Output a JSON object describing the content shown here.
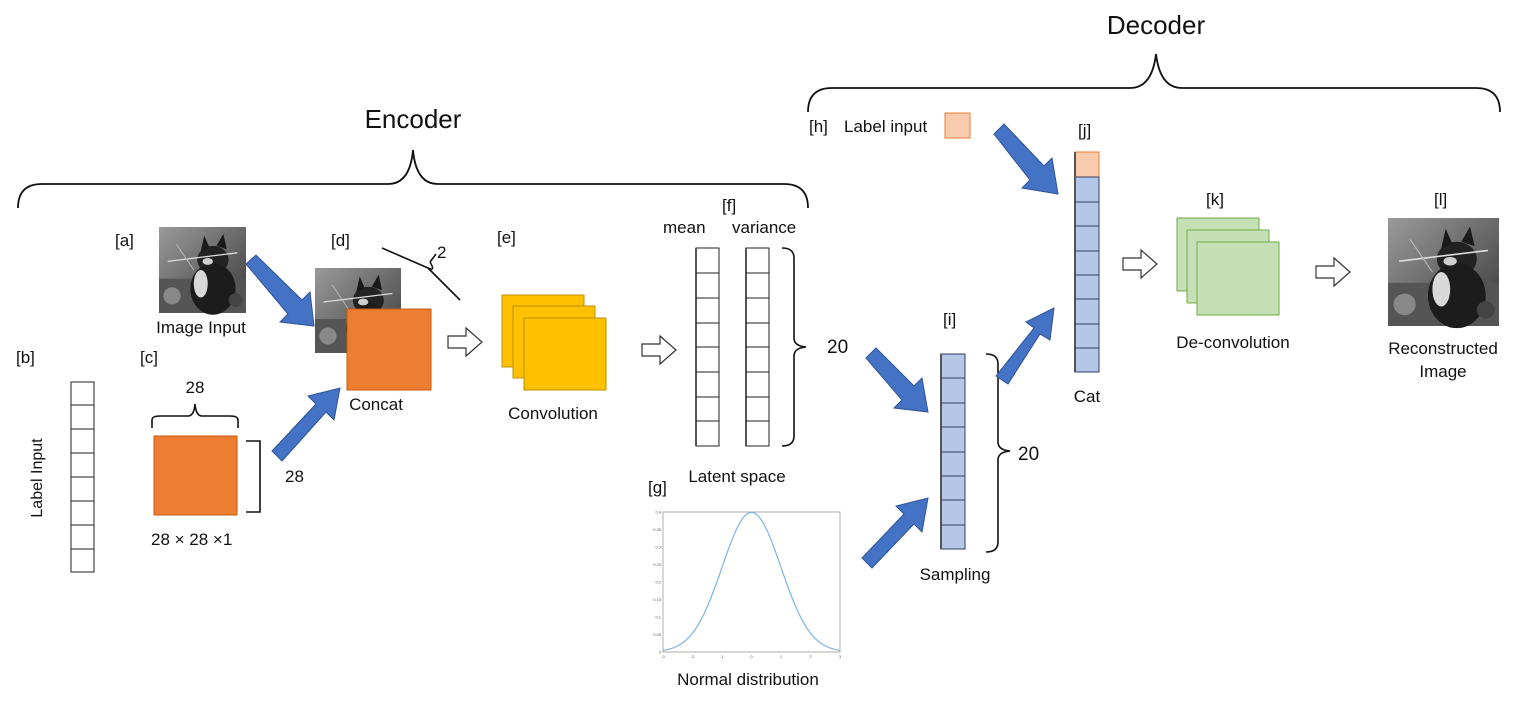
{
  "titles": {
    "encoder": "Encoder",
    "decoder": "Decoder"
  },
  "labels": {
    "a": "[a]",
    "b": "[b]",
    "c": "[c]",
    "d": "[d]",
    "e": "[e]",
    "f": "[f]",
    "g": "[g]",
    "h": "[h]",
    "i": "[i]",
    "j": "[j]",
    "k": "[k]",
    "l": "[l]"
  },
  "text": {
    "image_input": "Image Input",
    "label_input_vertical": "Label Input",
    "dim_28_top": "28",
    "dim_28_side": "28",
    "dim_shape": "28 × 28 ×1",
    "concat": "Concat",
    "dim_2": "2",
    "convolution": "Convolution",
    "mean": "mean",
    "variance": "variance",
    "latent_size": "20",
    "latent_space": "Latent space",
    "normal_distribution": "Normal distribution",
    "sampling_size": "20",
    "sampling": "Sampling",
    "label_input_decoder": "Label input",
    "cat": "Cat",
    "deconvolution": "De-convolution",
    "reconstructed_line1": "Reconstructed",
    "reconstructed_line2": "Image"
  },
  "plot": {
    "x_ticks": [
      "-3",
      "-2",
      "-1",
      "0",
      "1",
      "2",
      "3"
    ],
    "y_ticks": [
      "0",
      "0.05",
      "0.1",
      "0.15",
      "0.2",
      "0.25",
      "0.3",
      "0.35",
      "0.4"
    ]
  },
  "colors": {
    "arrow_blue": "#4472c4",
    "orange": "#ed7d31",
    "yellow": "#ffc000",
    "green": "#c5e0b4",
    "cell_blue": "#b4c7e7",
    "peach": "#f8cbad",
    "curve": "#7fb3e6"
  },
  "icons": {
    "image_input": "cat-photo-icon",
    "reconstructed": "cat-photo-icon"
  }
}
